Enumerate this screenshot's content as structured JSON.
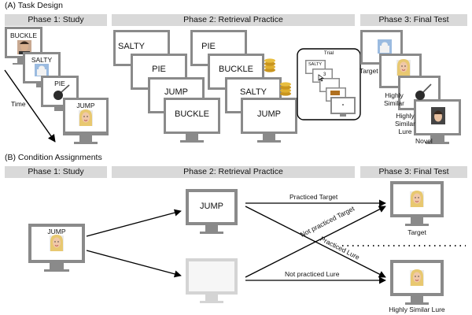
{
  "section_a": {
    "title": "(A) Task Design",
    "phase1": "Phase 1: Study",
    "phase2": "Phase 2: Retrieval Practice",
    "phase3": "Phase 3: Final Test",
    "study_words": [
      "BUCKLE",
      "SALTY",
      "PIE",
      "JUMP"
    ],
    "time_label": "Time",
    "retrieval_col1": [
      "SALTY",
      "PIE",
      "JUMP",
      "BUCKLE"
    ],
    "retrieval_col2": [
      "PIE",
      "BUCKLE",
      "SALTY",
      "JUMP"
    ],
    "trial_inset": {
      "title": "Trial",
      "word": "SALTY",
      "number": "3"
    },
    "final_test_labels": {
      "target": "Target",
      "highly_similar_1": "Highly Similar",
      "highly_similar_2": "Highly Similar Lure",
      "lure_word": "Lure",
      "novel": "Novel"
    }
  },
  "section_b": {
    "title": "(B) Condition Assignments",
    "phase1": "Phase 1: Study",
    "phase2": "Phase 2: Retrieval Practice",
    "phase3": "Phase 3: Final Test",
    "study_word": "JUMP",
    "practice_word": "JUMP",
    "arrows": {
      "practiced_target": "Practiced Target",
      "not_practiced_target": "Not practiced Target",
      "practiced_lure": "Practiced Lure",
      "not_practiced_lure": "Not practiced Lure"
    },
    "test_labels": {
      "target": "Target",
      "highly_similar_lure": "Highly Similar Lure"
    }
  },
  "colors": {
    "bezel": "#8a8a8a",
    "bezel_faded": "#d4d4d4",
    "phase_bar": "#d9d9d9",
    "coin": "#e0b030",
    "arrow": "#000000"
  },
  "icons": [
    "monitor-icon",
    "coin-stack-icon",
    "cursor-icon",
    "face-photo-icon",
    "landmark-photo-icon",
    "arrow-icon"
  ]
}
